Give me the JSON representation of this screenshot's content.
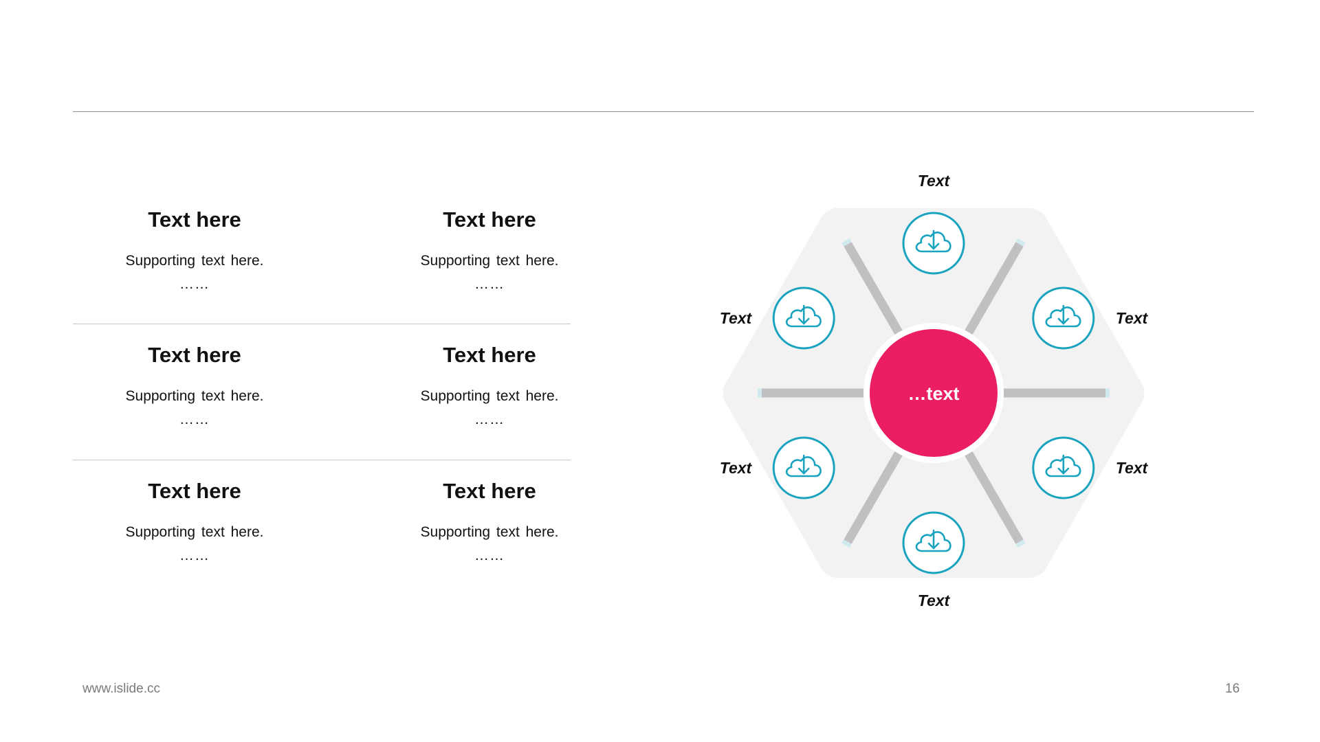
{
  "grid": {
    "cells": [
      {
        "title": "Text here",
        "subtitle": "Supporting text here.",
        "dots": "……"
      },
      {
        "title": "Text here",
        "subtitle": "Supporting text here.",
        "dots": "……"
      },
      {
        "title": "Text here",
        "subtitle": "Supporting text here.",
        "dots": "……"
      },
      {
        "title": "Text here",
        "subtitle": "Supporting text here.",
        "dots": "……"
      },
      {
        "title": "Text here",
        "subtitle": "Supporting text here.",
        "dots": "……"
      },
      {
        "title": "Text here",
        "subtitle": "Supporting text here.",
        "dots": "……"
      }
    ]
  },
  "diagram": {
    "center_label": "…text",
    "node_labels": [
      "Text",
      "Text",
      "Text",
      "Text",
      "Text",
      "Text"
    ],
    "node_icon": "cloud-download-icon",
    "colors": {
      "center": "#ec1e63",
      "accent": "#1aa3bf",
      "panel": "#f2f2f2",
      "spoke": "#c0c0c0"
    }
  },
  "footer": {
    "url": "www.islide.cc",
    "page": "16"
  }
}
